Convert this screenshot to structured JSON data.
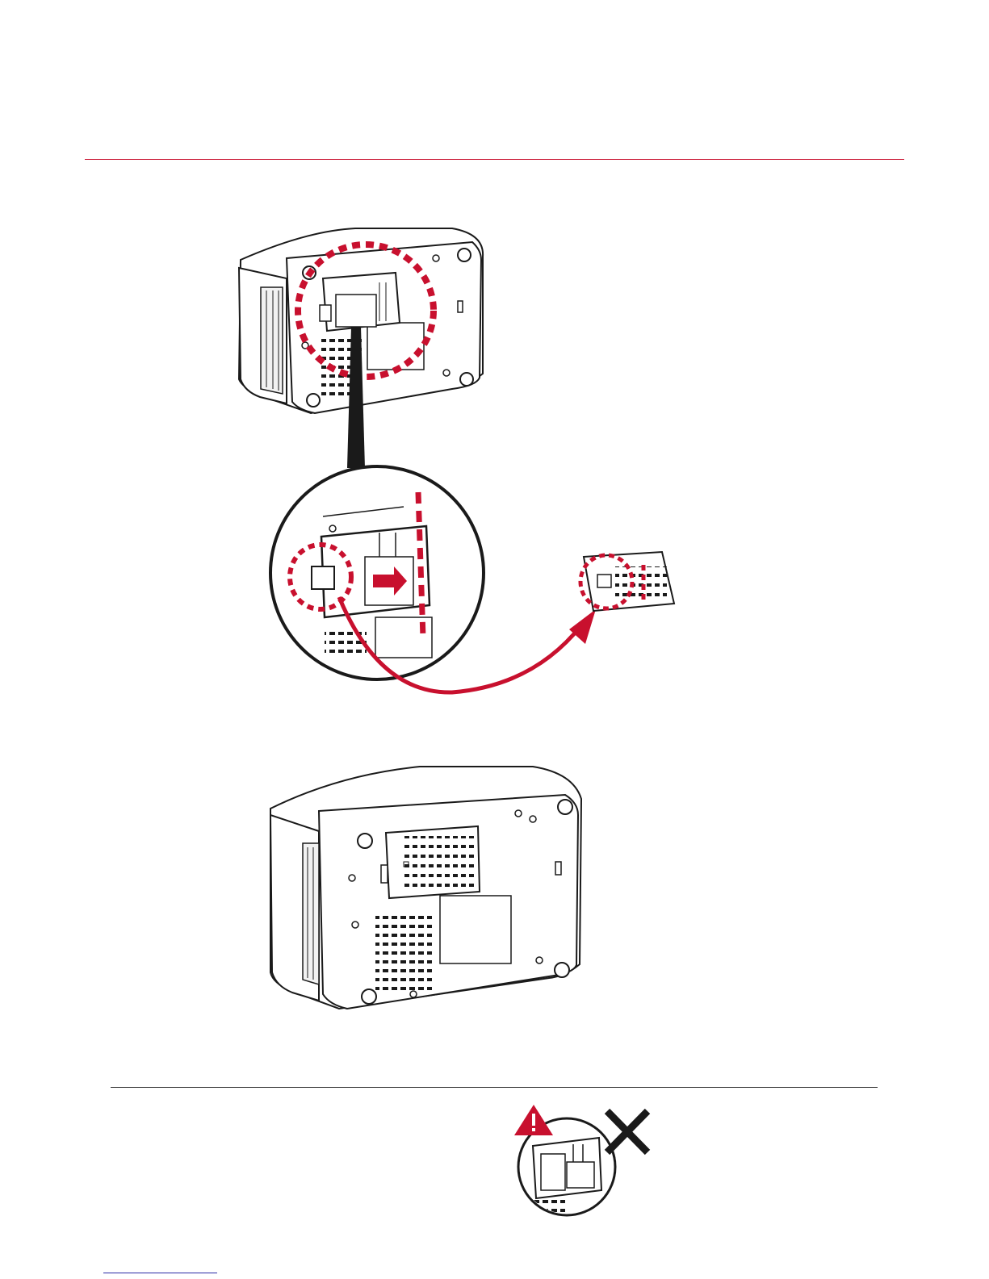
{
  "document": {
    "header_rule_color": "#c8102e",
    "note_rule_color": "#333333",
    "footer_link_color": "#2a2aa6"
  },
  "figures": [
    {
      "name": "printer-bottom-with-open-compartment",
      "icon": "printer-underside"
    },
    {
      "name": "magnified-compartment-cover",
      "icon": "magnifier-callout"
    },
    {
      "name": "removed-cover-panel",
      "icon": "cover-panel"
    },
    {
      "name": "printer-bottom-cover-closed",
      "icon": "printer-underside"
    },
    {
      "name": "warning-callout",
      "icon": "warning-icon"
    }
  ],
  "colors": {
    "accent": "#c8102e",
    "line": "#1a1a1a"
  }
}
